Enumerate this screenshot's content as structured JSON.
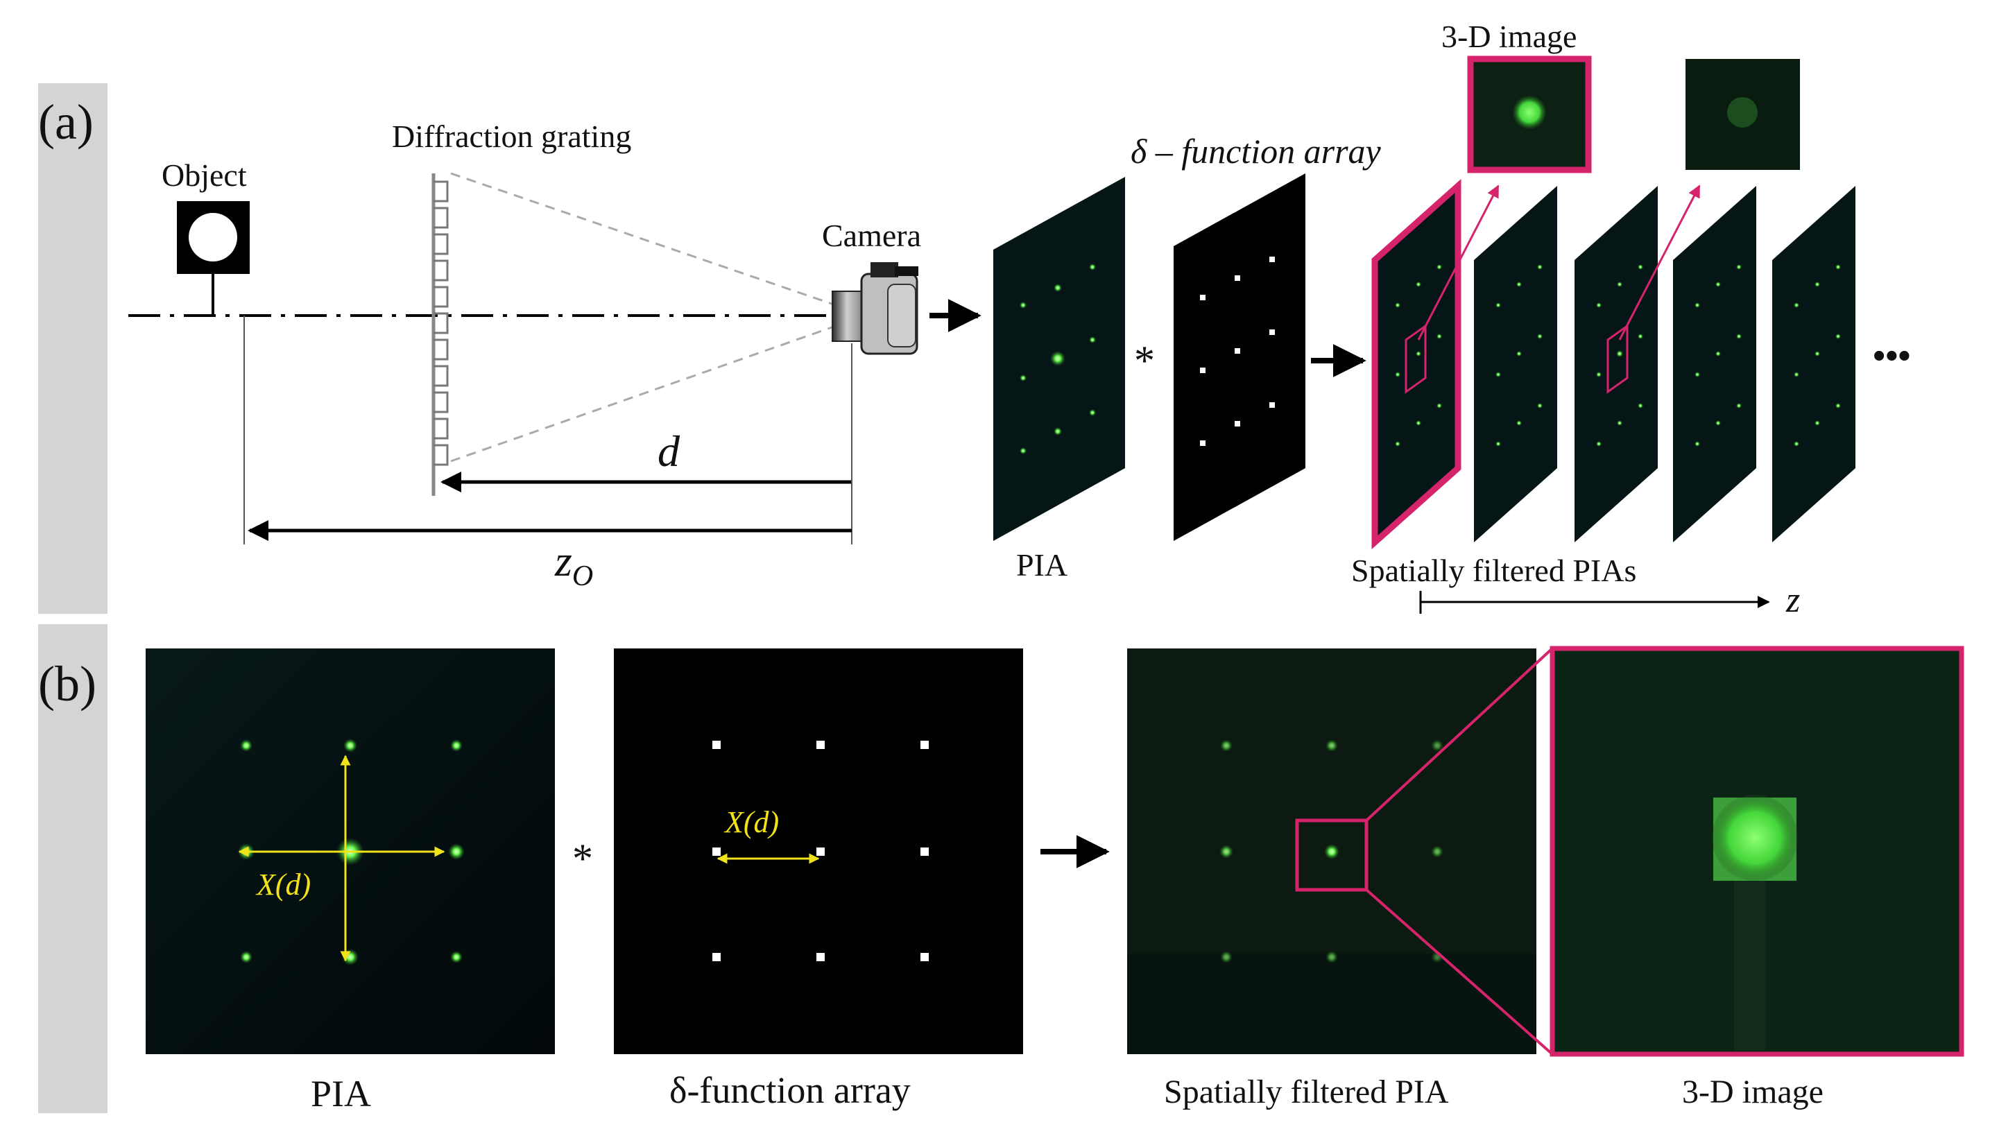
{
  "panel_a": {
    "tag": "(a)",
    "object_label": "Object",
    "grating_label": "Diffraction grating",
    "camera_label": "Camera",
    "distance_d": "d",
    "distance_zo_main": "z",
    "distance_zo_sub": "O",
    "pia_label": "PIA",
    "delta_label": "δ – function array",
    "convolution_symbol": "*",
    "image_3d_label": "3-D image",
    "filtered_label": "Spatially filtered PIAs",
    "z_axis_label": "z",
    "ellipsis": "•••"
  },
  "panel_b": {
    "tag": "(b)",
    "pia_label": "PIA",
    "delta_label": "δ-function array",
    "convolution_symbol": "*",
    "filtered_label": "Spatially filtered PIA",
    "image_3d_label": "3-D image",
    "spacing_label": "X(d)"
  },
  "colors": {
    "magenta": "#d6246c",
    "spot_green": "#5cff4a",
    "annotation_yellow": "#f2e21a",
    "sidebar_gray": "#d4d4d4"
  }
}
